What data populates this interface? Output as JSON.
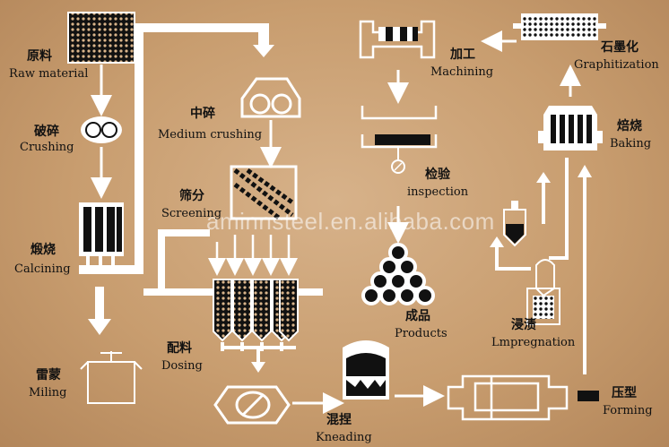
{
  "watermark": "aminnsteel.en.alibaba.com",
  "steps": {
    "raw_material": {
      "zh": "原料",
      "en": "Raw material"
    },
    "crushing": {
      "zh": "破碎",
      "en": "Crushing"
    },
    "calcining": {
      "zh": "煅烧",
      "en": "Calcining"
    },
    "milling": {
      "zh": "雷蒙",
      "en": "Miling"
    },
    "medium_crushing": {
      "zh": "中碎",
      "en": "Medium crushing"
    },
    "screening": {
      "zh": "筛分",
      "en": "Screening"
    },
    "dosing": {
      "zh": "配料",
      "en": "Dosing"
    },
    "kneading": {
      "zh": "混捏",
      "en": "Kneading"
    },
    "forming": {
      "zh": "压型",
      "en": "Forming"
    },
    "impregnation": {
      "zh": "浸渍",
      "en": "Lmpregnation"
    },
    "baking": {
      "zh": "焙烧",
      "en": "Baking"
    },
    "graphitization": {
      "zh": "石墨化",
      "en": "Graphitization"
    },
    "machining": {
      "zh": "加工",
      "en": "Machining"
    },
    "inspection": {
      "zh": "检验",
      "en": "inspection"
    },
    "products": {
      "zh": "成品",
      "en": "Products"
    }
  },
  "colors": {
    "background": "#c89d6f",
    "line": "#ffffff",
    "fill": "#111111"
  }
}
